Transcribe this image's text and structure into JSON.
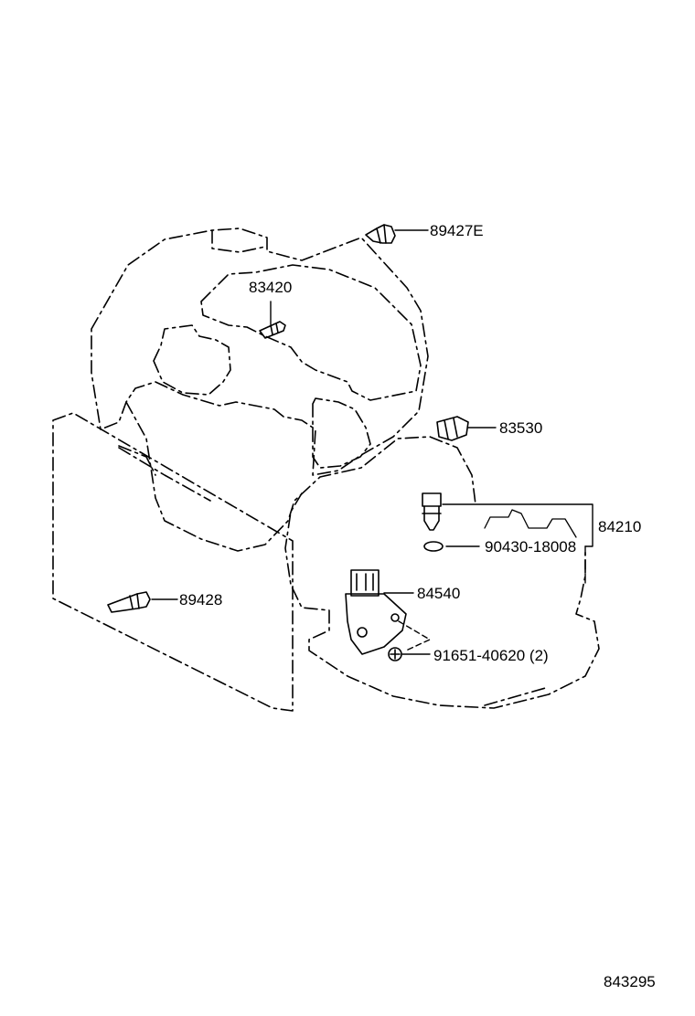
{
  "parts": {
    "p89427e": "89427E",
    "p83420": "83420",
    "p83530": "83530",
    "p84210": "84210",
    "p90430": "90430-18008",
    "p84540": "84540",
    "p91651": "91651-40620 (2)",
    "p89428": "89428"
  },
  "diagram_code": "843295",
  "colors": {
    "line": "#000000",
    "background": "#ffffff"
  }
}
